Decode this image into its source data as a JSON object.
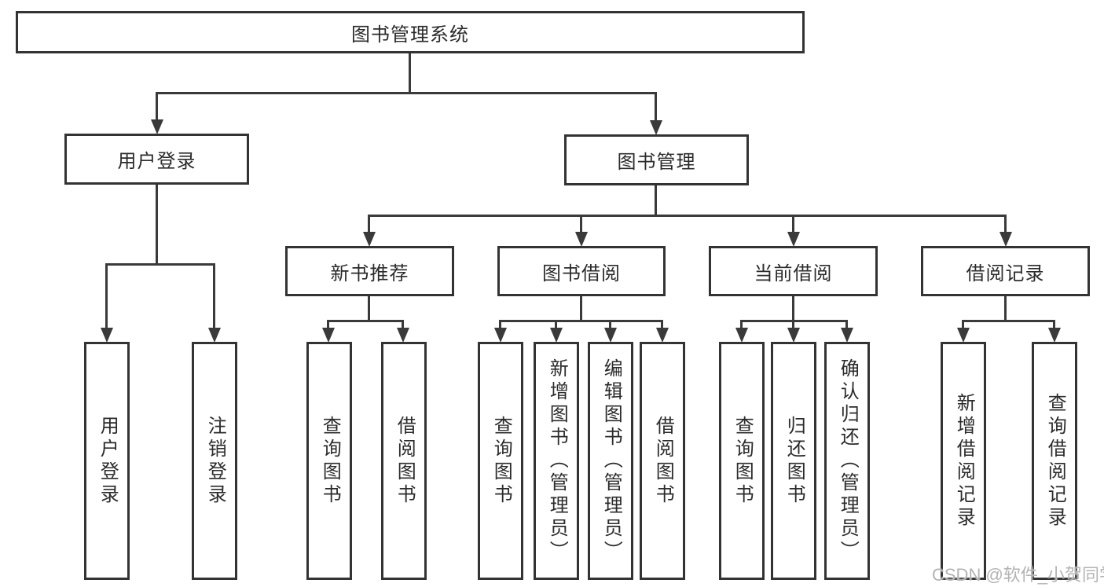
{
  "tree": {
    "root": "图书管理系统",
    "level2": [
      "用户登录",
      "图书管理"
    ],
    "level3": [
      "新书推荐",
      "图书借阅",
      "当前借阅",
      "借阅记录"
    ],
    "level4": {
      "user_login_children": [
        "用户登录",
        "注销登录"
      ],
      "new_book_children": [
        "查询图书",
        "借阅图书"
      ],
      "book_borrow_children": [
        "查询图书",
        "新增图书（管理员）",
        "编辑图书（管理员）",
        "借阅图书"
      ],
      "current_borrow_children": [
        "查询图书",
        "归还图书",
        "确认归还（管理员）"
      ],
      "borrow_record_children": [
        "新增借阅记录",
        "查询借阅记录"
      ]
    }
  },
  "watermark": "CSDN @软件_小贺同学",
  "colors": {
    "line": "#3a3a3a",
    "border": "#333333",
    "text": "#2b2b2b",
    "watermark": "#b3b3b3",
    "background": "#ffffff"
  }
}
